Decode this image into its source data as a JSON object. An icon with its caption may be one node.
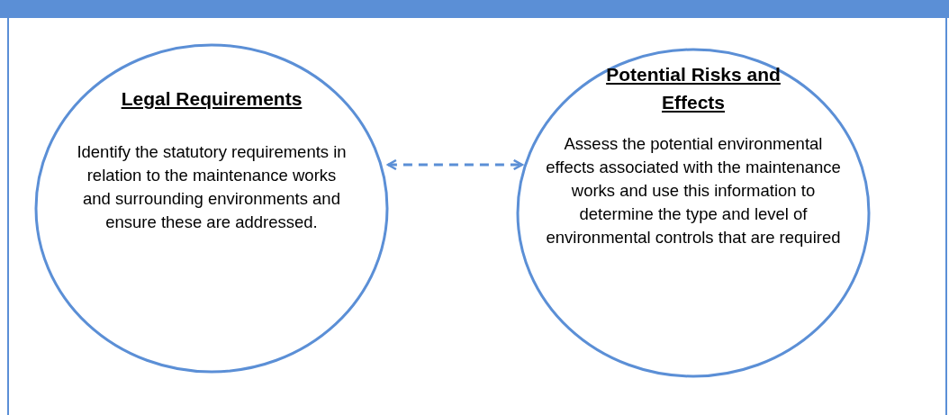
{
  "diagram": {
    "nodes": [
      {
        "text": [
          "Legal Requirements",
          "Identify the statutory requirements in relation to the maintenance works and surrounding environments and ensure these are addressed."
        ]
      },
      {
        "text": [
          "Potential Risks and Effects",
          "Assess the potential environmental effects associated with the maintenance works and use this information to determine the type and level of environmental controls that are required"
        ]
      }
    ],
    "edges": [
      {
        "from": 0,
        "to": 1,
        "arrow": "both",
        "style": "dashed"
      }
    ]
  }
}
